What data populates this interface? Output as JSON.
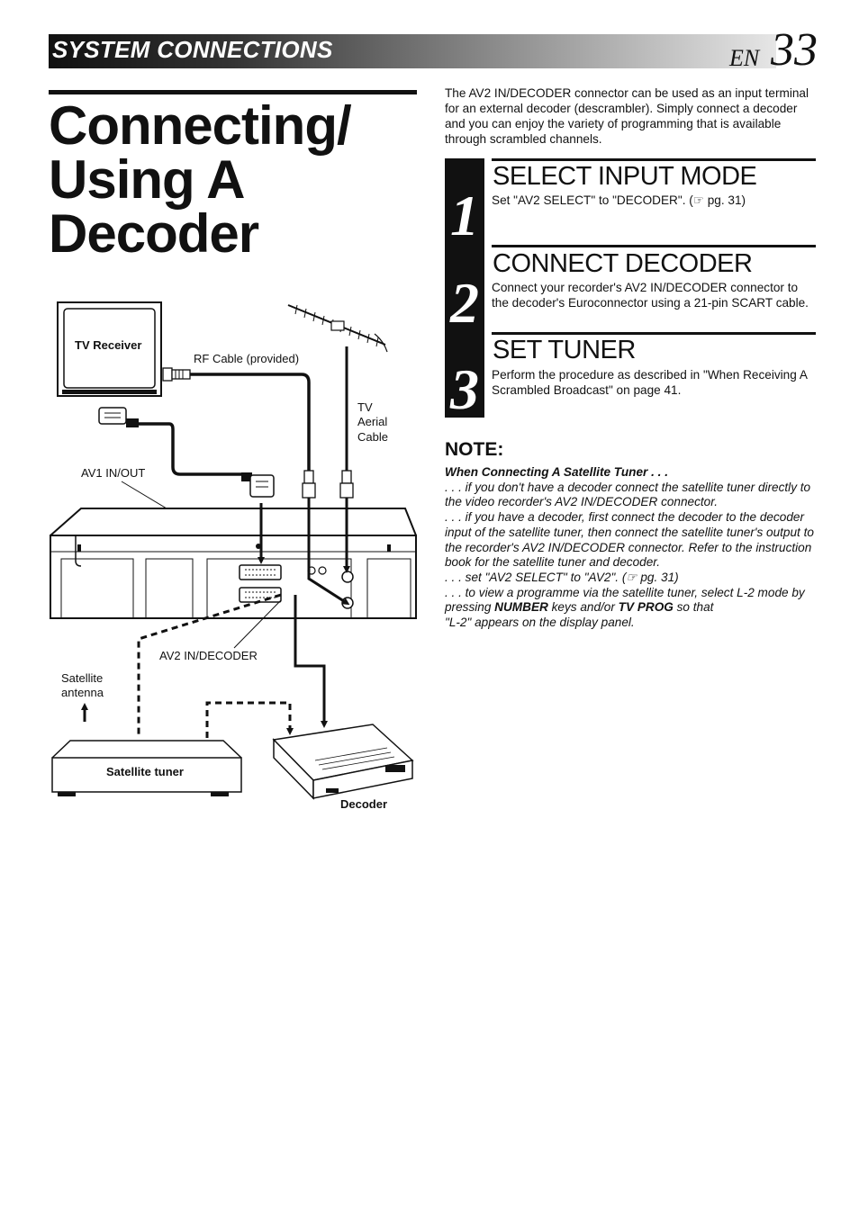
{
  "header": {
    "section": "SYSTEM CONNECTIONS",
    "lang": "EN",
    "page": "33"
  },
  "title_lines": [
    "Connecting/",
    "Using A",
    "Decoder"
  ],
  "intro": "The AV2 IN/DECODER connector can be used as an input terminal for an external decoder (descrambler). Simply connect a decoder and you can enjoy the variety of programming that is available through scrambled channels.",
  "steps": [
    {
      "num": "1",
      "title": "SELECT INPUT MODE",
      "text": "Set \"AV2 SELECT\" to \"DECODER\". (☞ pg. 31)"
    },
    {
      "num": "2",
      "title": "CONNECT DECODER",
      "text": "Connect your recorder's AV2 IN/DECODER connector to the decoder's Euroconnector using a 21-pin SCART cable."
    },
    {
      "num": "3",
      "title": "SET TUNER",
      "text": "Perform the procedure as described in \"When Receiving A Scrambled Broadcast\" on page 41."
    }
  ],
  "note": {
    "heading": "NOTE:",
    "subtitle": "When Connecting A Satellite Tuner . . .",
    "p1": ". . . if you don't have a decoder connect the satellite tuner directly to the video recorder's AV2 IN/DECODER connector.",
    "p2": ". . . if you have a decoder, first connect the decoder to the decoder input of the satellite tuner, then connect the satellite tuner's output to the recorder's AV2 IN/DECODER connector. Refer to the instruction book for the satellite tuner and decoder.",
    "p3": ". . . set \"AV2 SELECT\" to \"AV2\". (☞ pg. 31)",
    "p4_a": ". . . to view a programme via the satellite tuner, select L-2 mode by pressing ",
    "p4_b": "NUMBER",
    "p4_c": " keys and/or ",
    "p4_d": "TV PROG",
    "p4_e": " so that",
    "p4_f": "\"L-2\" appears on the display panel."
  },
  "diagram": {
    "tv_receiver": "TV Receiver",
    "rf_cable": "RF Cable (provided)",
    "tv_aerial": [
      "TV",
      "Aerial",
      "Cable"
    ],
    "av1": "AV1 IN/OUT",
    "av2": "AV2 IN/DECODER",
    "sat_antenna": [
      "Satellite",
      "antenna"
    ],
    "sat_tuner": "Satellite tuner",
    "decoder": "Decoder"
  }
}
